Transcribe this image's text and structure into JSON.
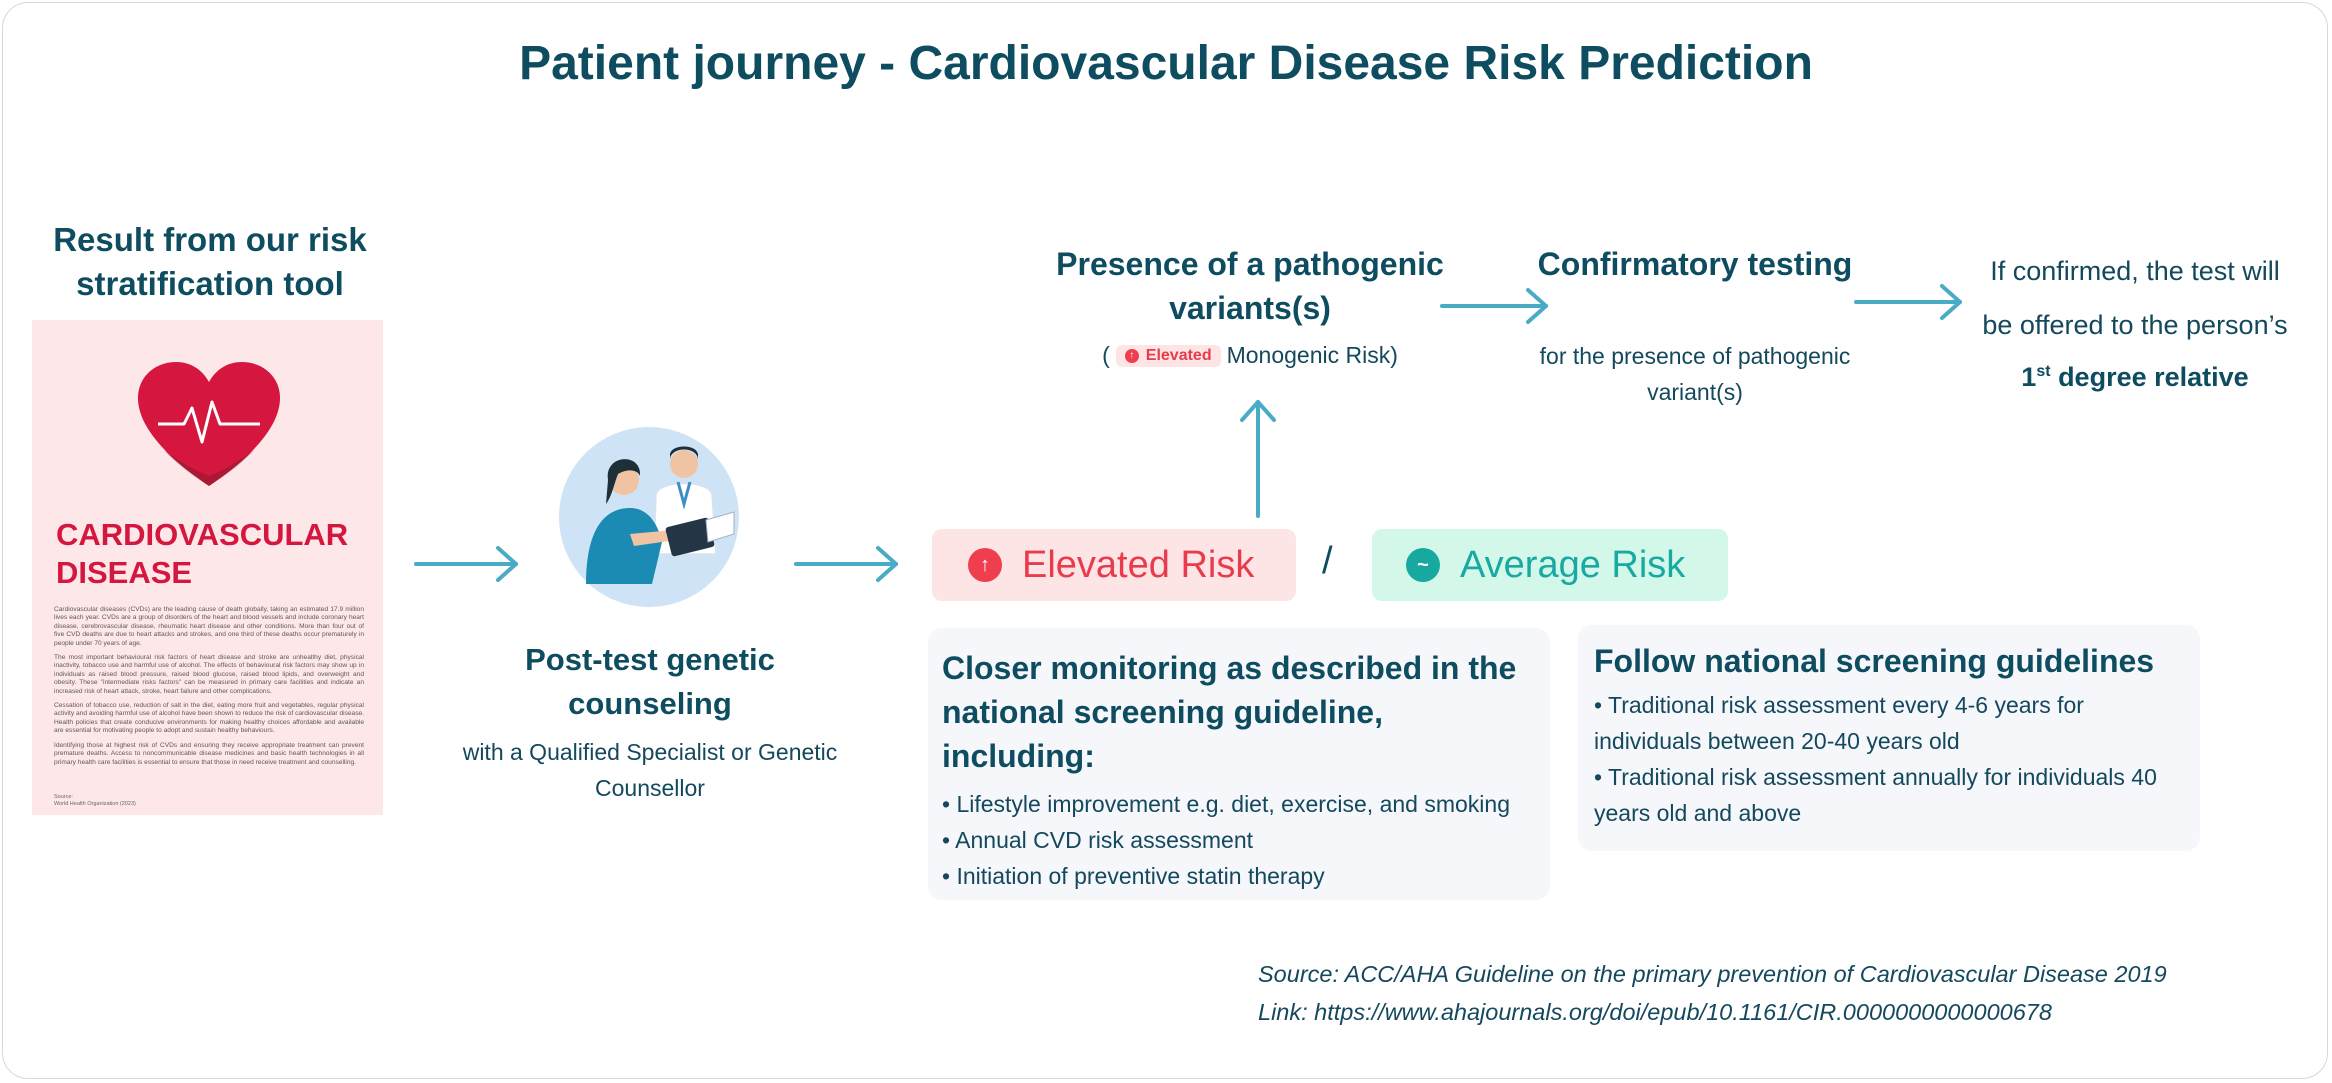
{
  "title": "Patient journey - Cardiovascular Disease Risk Prediction",
  "result_title": "Result from our risk stratification tool",
  "poster": {
    "title": "CARDIOVASCULAR DISEASE",
    "paragraphs": [
      "Cardiovascular diseases (CVDs) are the leading cause of death globally, taking an estimated 17.9 million lives each year. CVDs are a group of disorders of the heart and blood vessels and include coronary heart disease, cerebrovascular disease, rheumatic heart disease and other conditions. More than four out of five CVD deaths are due to heart attacks and strokes, and one third of these deaths occur prematurely in people under 70 years of age.",
      "The most important behavioural risk factors of heart disease and stroke are unhealthy diet, physical inactivity, tobacco use and harmful use of alcohol. The effects of behavioural risk factors may show up in individuals as raised blood pressure, raised blood glucose, raised blood lipids, and overweight and obesity. These \"intermediate risks factors\" can be measured in primary care facilities and indicate an increased risk of heart attack, stroke, heart failure and other complications.",
      "Cessation of tobacco use, reduction of salt in the diet, eating more fruit and vegetables, regular physical activity and avoiding harmful use of alcohol have been shown to reduce the risk of cardiovascular disease. Health policies that create conducive environments for making healthy choices affordable and available are essential for motivating people to adopt and sustain healthy behaviours.",
      "Identifying those at highest risk of CVDs and ensuring they receive appropriate treatment can prevent premature deaths. Access to noncommunicable disease medicines and basic health technologies in all primary health care facilities is essential to ensure that those in need receive treatment and counselling."
    ],
    "source_label": "Source:",
    "source_value": "World Health Organization (2023)"
  },
  "counseling": {
    "title": "Post-test genetic counseling",
    "subtitle": "with a Qualified Specialist or Genetic Counsellor"
  },
  "risk": {
    "elevated_label": "Elevated Risk",
    "separator": "/",
    "average_label": "Average Risk"
  },
  "elevated_card": {
    "title": "Closer monitoring as described in the national screening guideline, including:",
    "items": [
      "• Lifestyle improvement e.g. diet, exercise, and smoking",
      "• Annual CVD risk assessment",
      "• Initiation of preventive statin therapy"
    ]
  },
  "average_card": {
    "title": "Follow national screening guidelines",
    "items": [
      "• Traditional risk assessment every 4-6 years for individuals between 20-40 years old",
      "• Traditional risk assessment annually for individuals 40 years old and above"
    ]
  },
  "presence": {
    "title": "Presence of a pathogenic variants(s)",
    "open_paren": "(",
    "badge": "Elevated",
    "suffix": "Monogenic Risk)"
  },
  "confirmatory": {
    "title": "Confirmatory testing",
    "subtitle": "for the presence of pathogenic variant(s)"
  },
  "relative": {
    "line1": "If confirmed, the test will",
    "line2": "be offered to the person’s",
    "degree_num": "1",
    "degree_sup": "st",
    "degree_rest": " degree relative"
  },
  "source": {
    "line1": "Source: ACC/AHA Guideline on the primary prevention of Cardiovascular Disease 2019",
    "line2": "Link: https://www.ahajournals.org/doi/epub/10.1161/CIR.0000000000000678"
  },
  "colors": {
    "navy": "#0e4c60",
    "arrow": "#4aabc6",
    "elevated": "#ea3b4c",
    "average": "#17a9a2",
    "poster_bg": "#fde7e8",
    "heart": "#d5163f"
  }
}
